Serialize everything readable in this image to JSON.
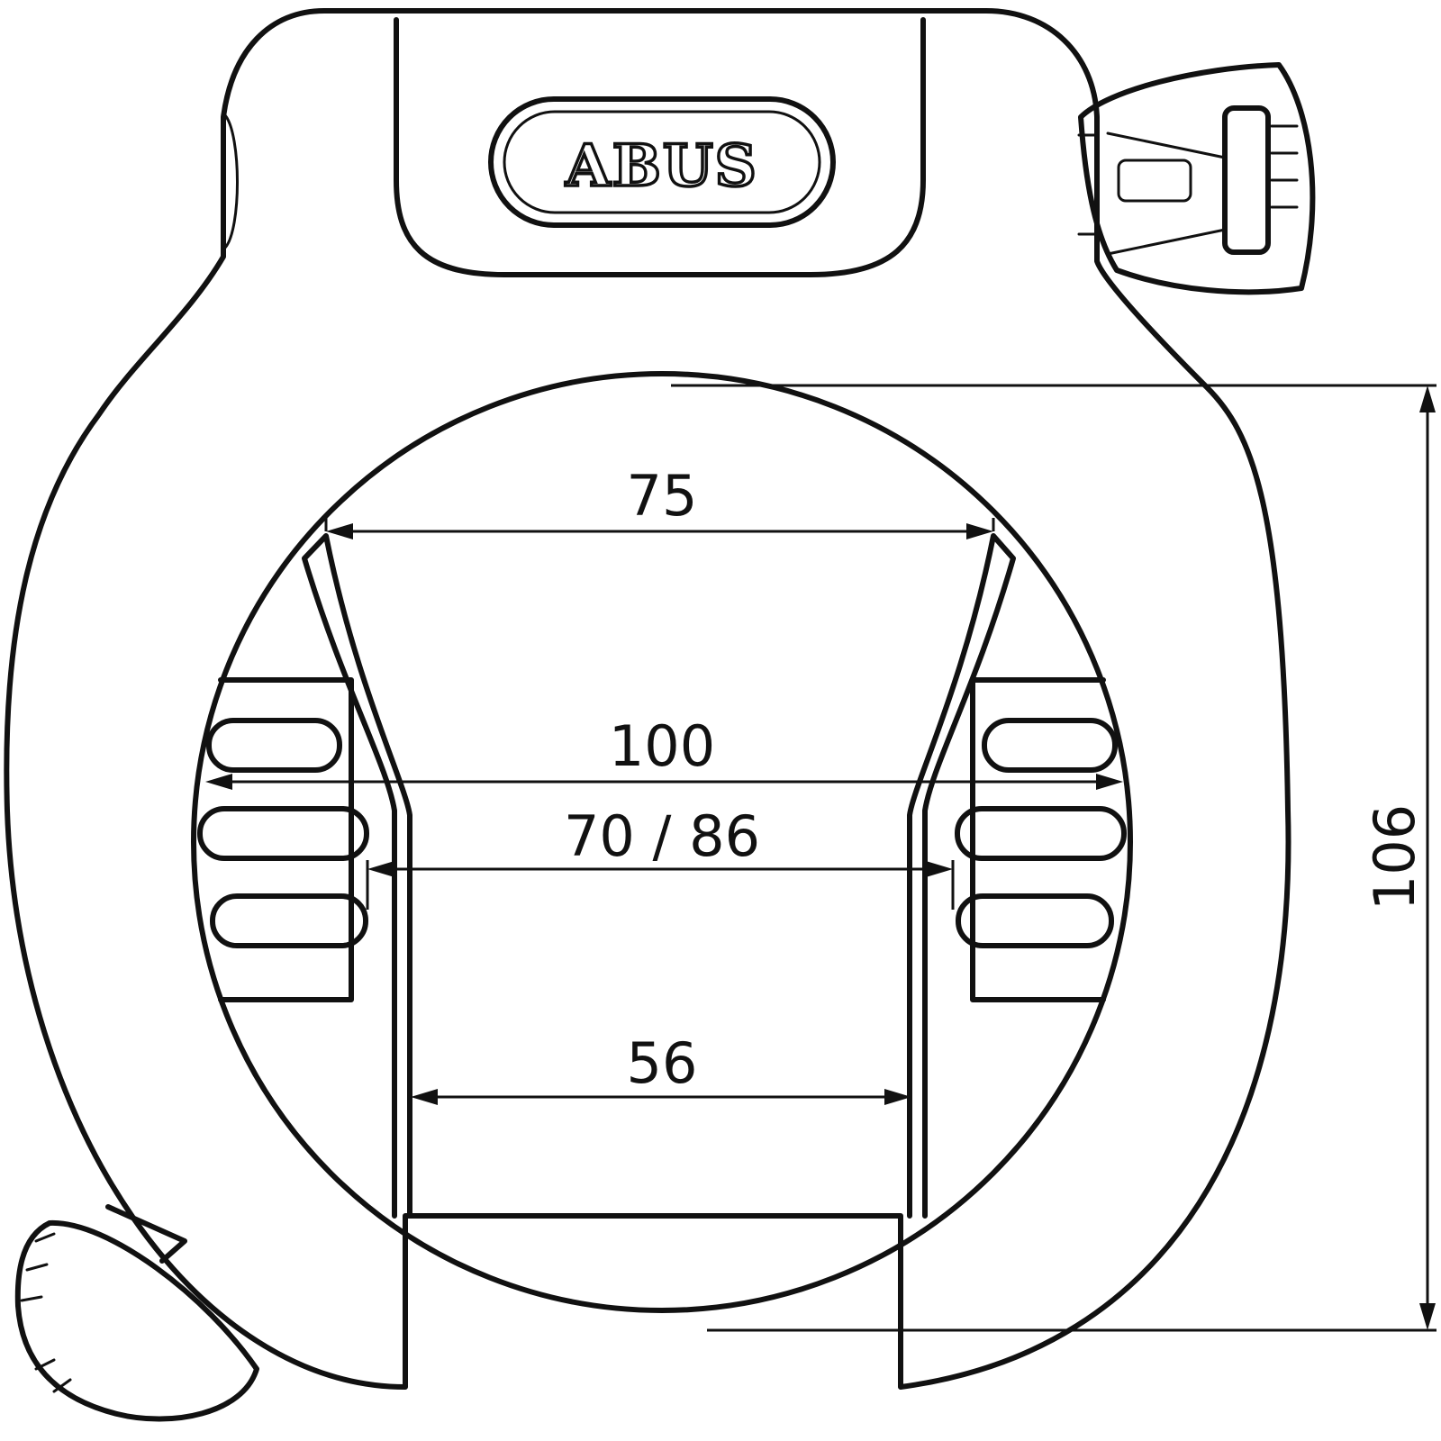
{
  "brand": {
    "logo_text": "ABUS"
  },
  "dimensions": {
    "top_inner_width": "75",
    "outer_width": "100",
    "frame_fit": "70 / 86",
    "bottom_inner_width": "56",
    "height": "106"
  },
  "colors": {
    "line": "#111111",
    "background": "#ffffff"
  }
}
